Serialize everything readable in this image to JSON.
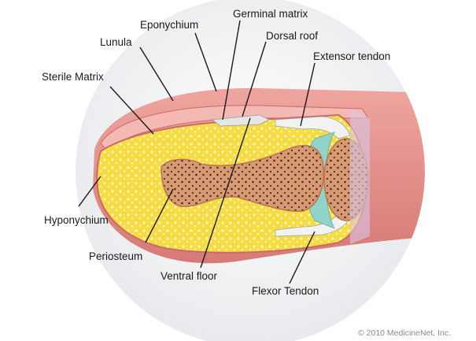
{
  "labels": {
    "eponychium": "Eponychium",
    "germinal_matrix": "Germinal matrix",
    "lunula": "Lunula",
    "dorsal_roof": "Dorsal roof",
    "extensor_tendon": "Extensor tendon",
    "sterile_matrix": "Sterile Matrix",
    "hyponychium": "Hyponychium",
    "periosteum": "Periosteum",
    "ventral_floor": "Ventral floor",
    "flexor_tendon": "Flexor Tendon"
  },
  "credit": "© 2010 MedicineNet, Inc.",
  "colors": {
    "skin": "#e38a86",
    "nail": "#f0a8a2",
    "fat": "#f3d63a",
    "bone": "#d89a72",
    "marrow_dots": "#5a3a28",
    "tendon": "#eeeeee",
    "joint": "#8fd3c9",
    "background_circle": "#eef0f2"
  }
}
